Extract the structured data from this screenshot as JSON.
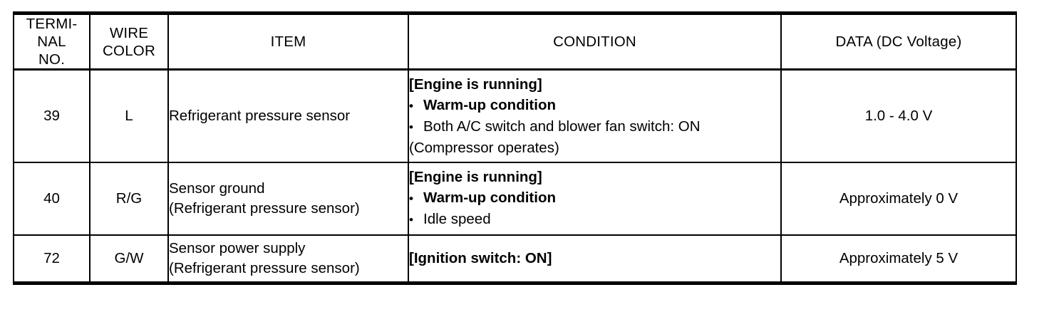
{
  "table": {
    "headers": [
      "TERMI-\nNAL\nNO.",
      "WIRE\nCOLOR",
      "ITEM",
      "CONDITION",
      "DATA (DC Voltage)"
    ],
    "header_lines": {
      "terminal": [
        "TERMI-",
        "NAL",
        "NO."
      ],
      "wire": [
        "WIRE",
        "COLOR"
      ],
      "item": "ITEM",
      "condition": "CONDITION",
      "data": "DATA (DC Voltage)"
    },
    "rows": [
      {
        "terminal_no": "39",
        "wire_color": "L",
        "item_lines": [
          "Refrigerant pressure sensor"
        ],
        "condition": {
          "heading": "[Engine is running]",
          "bullets": [
            {
              "text": "Warm-up condition",
              "bold": true
            },
            {
              "text": "Both A/C switch and blower fan switch: ON",
              "bold": false
            }
          ],
          "note": "(Compressor operates)"
        },
        "data": "1.0 - 4.0 V"
      },
      {
        "terminal_no": "40",
        "wire_color": "R/G",
        "item_lines": [
          "Sensor ground",
          "(Refrigerant pressure sensor)"
        ],
        "condition": {
          "heading": "[Engine is running]",
          "bullets": [
            {
              "text": "Warm-up condition",
              "bold": true
            },
            {
              "text": "Idle speed",
              "bold": false
            }
          ],
          "note": ""
        },
        "data": "Approximately 0 V"
      },
      {
        "terminal_no": "72",
        "wire_color": "G/W",
        "item_lines": [
          "Sensor power supply",
          "(Refrigerant pressure sensor)"
        ],
        "condition": {
          "heading": "[Ignition switch: ON]",
          "bullets": [],
          "note": ""
        },
        "data": "Approximately 5 V"
      }
    ],
    "bullet_glyph": "•"
  },
  "colors": {
    "rule": "#000000",
    "text": "#000000",
    "background": "#ffffff"
  }
}
